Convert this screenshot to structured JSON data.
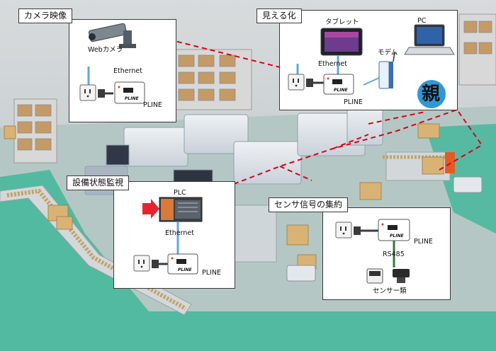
{
  "panels": {
    "camera": {
      "title": "カメラ映像",
      "webcam_label": "Webカメラ",
      "ethernet_label": "Ethernet",
      "pline_label": "PLINE",
      "device_brand": "PLINE"
    },
    "visual": {
      "title": "見える化",
      "tablet_label": "タブレット",
      "pc_label": "PC",
      "modem_label": "モデム",
      "ethernet_label": "Ethernet",
      "pline_label": "PLINE",
      "device_brand": "PLINE",
      "parent_badge": "親"
    },
    "equipment": {
      "title": "設備状態監視",
      "plc_label": "PLC",
      "ethernet_label": "Ethernet",
      "pline_label": "PLINE",
      "device_brand": "PLINE"
    },
    "sensor": {
      "title": "センサ信号の集約",
      "pline_label": "PLINE",
      "rs485_label": "RS485",
      "sensors_label": "センサー類",
      "device_brand": "PLINE"
    }
  },
  "colors": {
    "dashed_line": "#d9001b",
    "ethernet_line": "#5fa8d8",
    "rs485_line": "#2e7d32",
    "badge_fill": "#2f98d8",
    "plc_arrow": "#e8242b",
    "floor": "#b5c7c4",
    "walkway": "#3fb79a"
  },
  "icons": [
    "webcam-icon",
    "power-outlet-icon",
    "pline-device-icon",
    "tablet-icon",
    "laptop-icon",
    "modem-icon",
    "plc-icon",
    "arrow-right-icon",
    "sensor-icon"
  ]
}
